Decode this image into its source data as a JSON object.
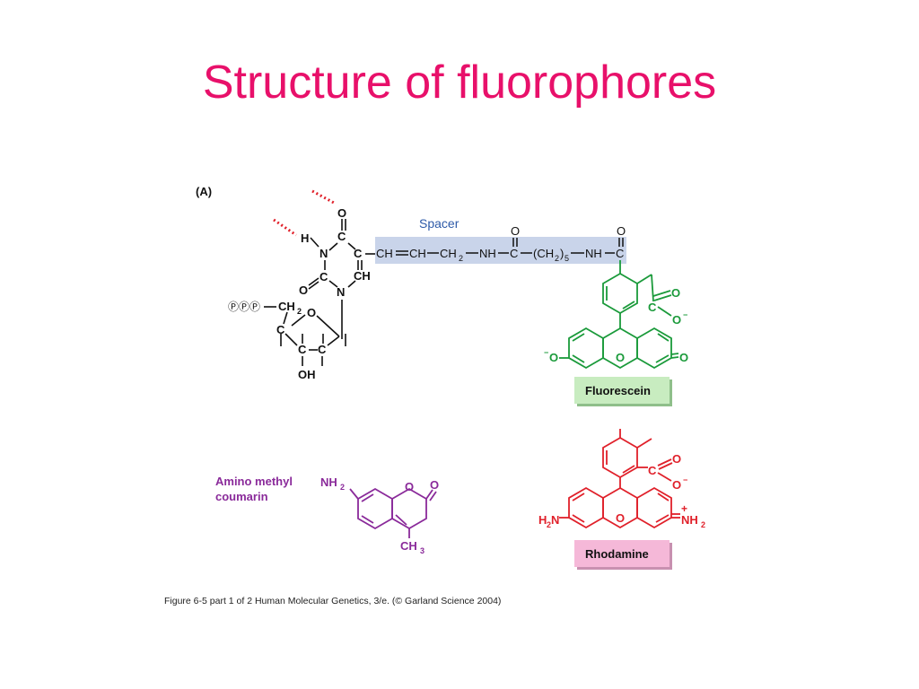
{
  "slide": {
    "title": "Structure of fluorophores"
  },
  "figure": {
    "panel_label": "(A)",
    "spacer_label": "Spacer",
    "caption": "Figure 6-5  part 1 of 2  Human Molecular Genetics, 3/e.  (© Garland Science 2004)",
    "labels": {
      "fluorescein": "Fluorescein",
      "rhodamine": "Rhodamine",
      "amc_line1": "Amino methyl",
      "amc_line2": "coumarin"
    },
    "colors": {
      "title": "#e8106a",
      "spacer_band": "#c9d4ea",
      "spacer_text": "#2d5aa8",
      "fluorescein": "#1a9a3a",
      "fluorescein_box": "#c8ecc0",
      "rhodamine": "#e0202a",
      "rhodamine_box": "#f5b8d8",
      "coumarin": "#8a2a9a",
      "hbond": "#e0202a"
    }
  }
}
